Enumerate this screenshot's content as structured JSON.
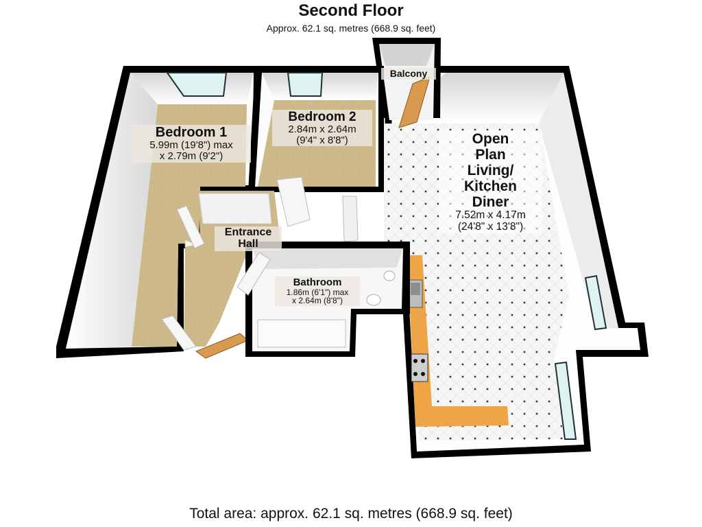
{
  "header": {
    "title": "Second Floor",
    "subtitle": "Approx. 62.1 sq. metres (668.9 sq. feet)"
  },
  "rooms": {
    "bedroom1": {
      "name": "Bedroom 1",
      "dim1": "5.99m (19'8\") max",
      "dim2": "x 2.79m (9'2\")"
    },
    "bedroom2": {
      "name": "Bedroom 2",
      "dim1": "2.84m x 2.64m",
      "dim2": "(9'4\" x 8'8\")"
    },
    "living": {
      "name_lines": [
        "Open",
        "Plan",
        "Living/",
        "Kitchen",
        "Diner"
      ],
      "dim1": "7.52m x 4.17m",
      "dim2": "(24'8\" x 13'8\")"
    },
    "entrance_hall": {
      "name_lines": [
        "Entrance",
        "Hall"
      ]
    },
    "bathroom": {
      "name": "Bathroom",
      "dim1": "1.86m (6'1\") max",
      "dim2": "x 2.64m (8'8\")"
    },
    "balcony": {
      "name": "Balcony"
    }
  },
  "footer": {
    "total": "Total area: approx. 62.1 sq. metres (668.9 sq. feet)"
  },
  "colors": {
    "wall": "#000000",
    "carpet": "#cdb98a",
    "tile": "#f4f4f4",
    "worktop": "#eea548",
    "door": "#d99a50",
    "window": "#dff2f2"
  }
}
